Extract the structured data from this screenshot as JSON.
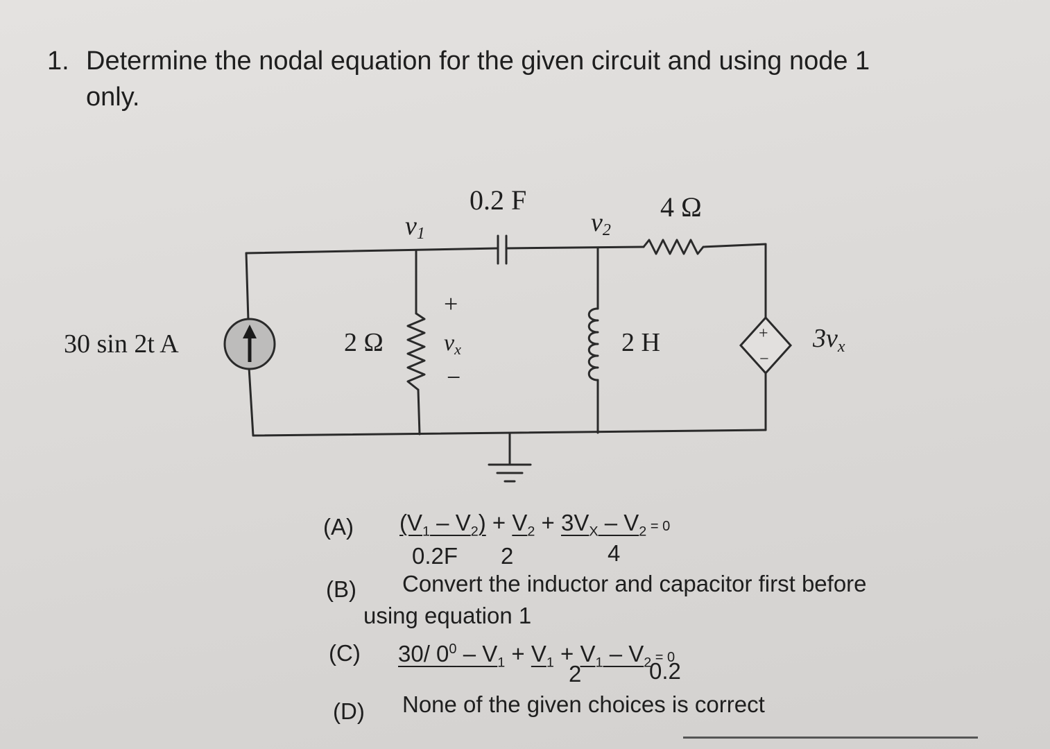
{
  "question": {
    "number": "1.",
    "text_line1": "Determine the nodal equation for the given circuit and using node 1",
    "text_line2": "only."
  },
  "circuit": {
    "labels": {
      "current_source": "30 sin 2t A",
      "resistor_2": "2 Ω",
      "node1": "v",
      "node1_sub": "1",
      "node2": "v",
      "node2_sub": "2",
      "capacitor": "0.2 F",
      "resistor_4": "4 Ω",
      "inductor": "2 H",
      "vx_plus": "+",
      "vx": "v",
      "vx_sub": "x",
      "vx_minus": "−",
      "dep_plus": "+",
      "dep_minus": "−",
      "dep_source": "3v",
      "dep_source_sub": "x"
    }
  },
  "options": {
    "a": {
      "label": "(A)",
      "t1": "(V",
      "t1s": "1",
      "t2": " – V",
      "t2s": "2",
      "t3": ")",
      "plus1": " + ",
      "v2": "V",
      "v2s": "2",
      "plus2": " + ",
      "t4": "3V",
      "t4s": "X",
      "t5": " – V",
      "t5s": "2",
      "eq": " = 0",
      "d1": "0.2F",
      "d2": "2",
      "d3": "4"
    },
    "b": {
      "label": "(B)",
      "line1": "Convert the inductor and capacitor first before",
      "line2": "using equation 1"
    },
    "c": {
      "label": "(C)",
      "t1": "30/ 0",
      "t1sup": "0",
      "t2": " – V",
      "t2s": "1",
      "plus1": " + ",
      "v1": "V",
      "v1s": "1",
      "plus2": " + ",
      "t3": "V",
      "t3s": "1",
      "t4": " – V",
      "t4s": "2",
      "eq": " = 0",
      "d1": "2",
      "d2": "0.2"
    },
    "d": {
      "label": "(D)",
      "text": "None of the given choices is correct"
    }
  }
}
